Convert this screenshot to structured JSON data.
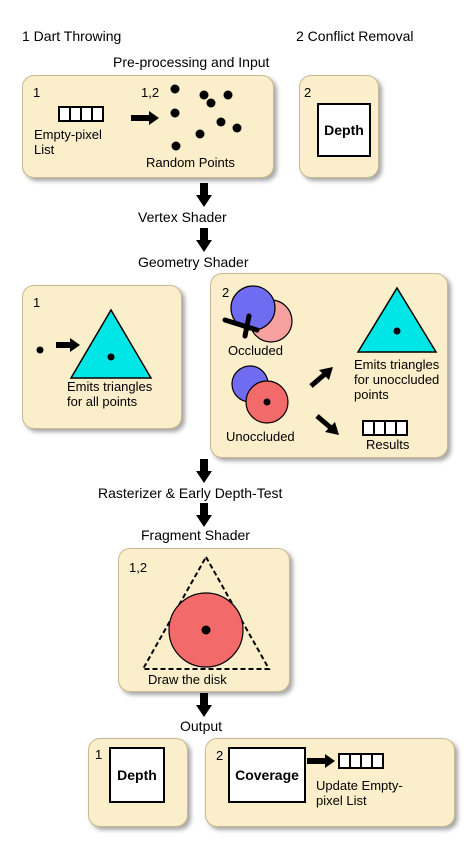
{
  "headers": {
    "dart_throwing": "1 Dart Throwing",
    "conflict_removal": "2 Conflict Removal"
  },
  "stages": {
    "preprocessing": "Pre-processing and Input",
    "vertex": "Vertex Shader",
    "geometry": "Geometry Shader",
    "rasterizer": "Rasterizer & Early Depth-Test",
    "fragment": "Fragment Shader",
    "output": "Output"
  },
  "panels": {
    "pre1": {
      "num": "1",
      "num2": "1,2",
      "empty_line1": "Empty-pixel",
      "empty_line2": "List",
      "random": "Random Points"
    },
    "pre2": {
      "num": "2",
      "depth": "Depth"
    },
    "geo1": {
      "num": "1",
      "line1": "Emits triangles",
      "line2": "for all points"
    },
    "geo2": {
      "num": "2",
      "occluded": "Occluded",
      "unoccluded": "Unoccluded",
      "emit1": "Emits triangles",
      "emit2": "for unoccluded",
      "emit3": "points",
      "results": "Results"
    },
    "frag": {
      "num": "1,2",
      "caption": "Draw the disk"
    },
    "out1": {
      "num": "1",
      "depth": "Depth"
    },
    "out2": {
      "num": "2",
      "coverage": "Coverage",
      "update1": "Update Empty-",
      "update2": "pixel List"
    }
  },
  "colors": {
    "panel": "#fbeecb",
    "triangle": "#00e5e5",
    "disk_red": "#f26a6a",
    "disk_blue": "#6f6cf2",
    "disk_pink": "#f6a0a0"
  }
}
